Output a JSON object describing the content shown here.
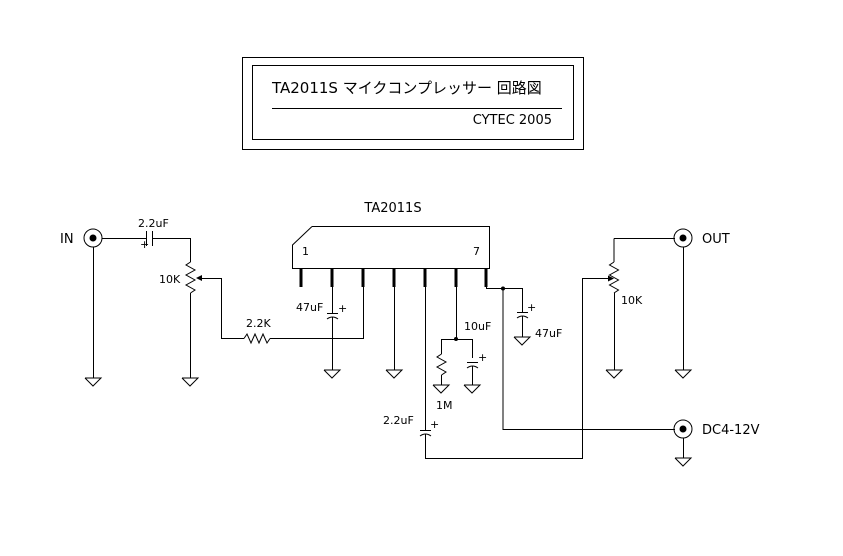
{
  "title_block": {
    "title": "TA2011S  マイクコンプレッサー  回路図",
    "credit": "CYTEC  2005"
  },
  "ic": {
    "name": "TA2011S",
    "pin_first": "1",
    "pin_last": "7"
  },
  "connectors": {
    "input": "IN",
    "output": "OUT",
    "power": "DC4-12V"
  },
  "components": {
    "c_in": "2.2uF",
    "vr_in": "10K",
    "r_series": "2.2K",
    "c_pin2": "47uF",
    "c_pin6": "10uF",
    "r_pin6": "1M",
    "c_pin5": "2.2uF",
    "c_pin7": "47uF",
    "vr_out": "10K"
  }
}
